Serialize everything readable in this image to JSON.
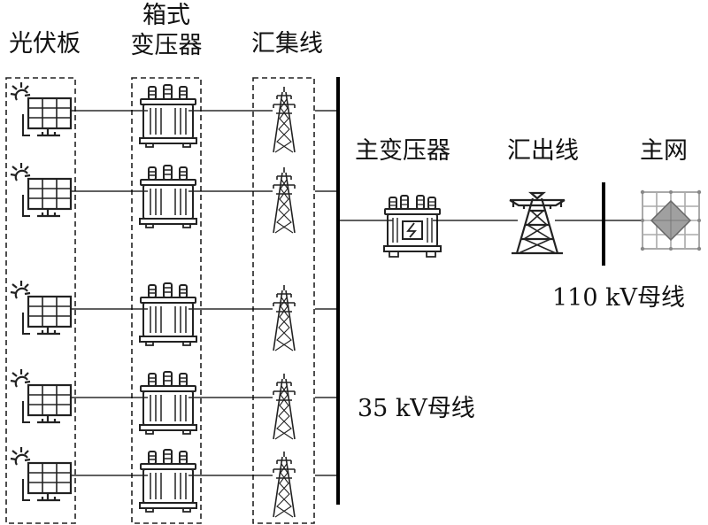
{
  "labels": {
    "pv_panel": "光伏板",
    "box_transformer": [
      "箱式",
      "变压器"
    ],
    "collector_line": "汇集线",
    "main_transformer": "主变压器",
    "outgoing_line": "汇出线",
    "main_grid": "主网",
    "bus_35kv": "35 kV母线",
    "bus_110kv": "110 kV母线"
  },
  "feeder_rows": [
    {
      "pv": "pv-panel",
      "transformer": "box-transformer",
      "line": "collector-tower"
    },
    {
      "pv": "pv-panel",
      "transformer": "box-transformer",
      "line": "collector-tower"
    },
    {
      "pv": "pv-panel",
      "transformer": "box-transformer",
      "line": "collector-tower"
    },
    {
      "pv": "pv-panel",
      "transformer": "box-transformer",
      "line": "collector-tower"
    },
    {
      "pv": "pv-panel",
      "transformer": "box-transformer",
      "line": "collector-tower"
    }
  ],
  "icons": {
    "pv": "solar-panel-icon",
    "box_transformer": "transformer-icon",
    "collector_tower": "transmission-tower-icon",
    "main_transformer": "transformer-icon",
    "outgoing_tower": "transmission-tower-icon",
    "grid": "power-grid-icon"
  },
  "colors": {
    "line": "#000000",
    "icon_stroke": "#222222",
    "grid_fill": "#a0a0a0"
  }
}
